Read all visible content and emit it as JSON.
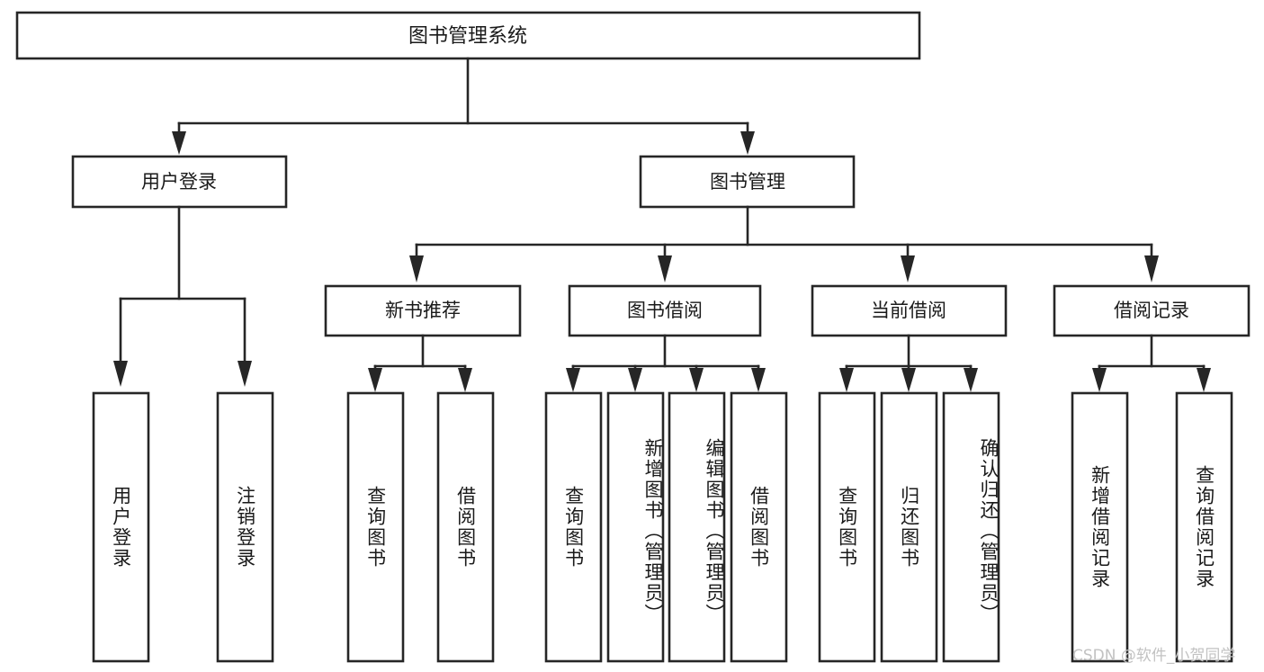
{
  "diagram": {
    "title": "图书管理系统",
    "type": "tree-hierarchy-chart",
    "root": {
      "id": "root",
      "label": "图书管理系统"
    },
    "level1": [
      {
        "id": "user-login",
        "label": "用户登录"
      },
      {
        "id": "book-management",
        "label": "图书管理"
      }
    ],
    "level2": [
      {
        "id": "new-book-recommend",
        "label": "新书推荐",
        "parent": "book-management"
      },
      {
        "id": "book-borrow",
        "label": "图书借阅",
        "parent": "book-management"
      },
      {
        "id": "current-borrow",
        "label": "当前借阅",
        "parent": "book-management"
      },
      {
        "id": "borrow-record",
        "label": "借阅记录",
        "parent": "book-management"
      }
    ],
    "leaves": {
      "user_login": [
        {
          "id": "leaf-user-login",
          "label": "用户登录"
        },
        {
          "id": "leaf-logout",
          "label": "注销登录"
        }
      ],
      "new_book_recommend": [
        {
          "id": "leaf-query-book-1",
          "label": "查询图书"
        },
        {
          "id": "leaf-borrow-book-1",
          "label": "借阅图书"
        }
      ],
      "book_borrow": [
        {
          "id": "leaf-query-book-2",
          "label": "查询图书"
        },
        {
          "id": "leaf-add-book",
          "label": "新增图书（管理员）"
        },
        {
          "id": "leaf-edit-book",
          "label": "编辑图书（管理员）"
        },
        {
          "id": "leaf-borrow-book-2",
          "label": "借阅图书"
        }
      ],
      "current_borrow": [
        {
          "id": "leaf-query-book-3",
          "label": "查询图书"
        },
        {
          "id": "leaf-return-book",
          "label": "归还图书"
        },
        {
          "id": "leaf-confirm-return",
          "label": "确认归还（管理员）"
        }
      ],
      "borrow_record": [
        {
          "id": "leaf-add-record",
          "label": "新增借阅记录"
        },
        {
          "id": "leaf-query-record",
          "label": "查询借阅记录"
        }
      ]
    }
  },
  "watermark": {
    "text": "CSDN @软件_小贺同学"
  },
  "colors": {
    "stroke": "#262626",
    "box_fill": "#ffffff",
    "text": "#1a1a1a",
    "background": "#ffffff",
    "watermark": "#c2c2c2"
  }
}
